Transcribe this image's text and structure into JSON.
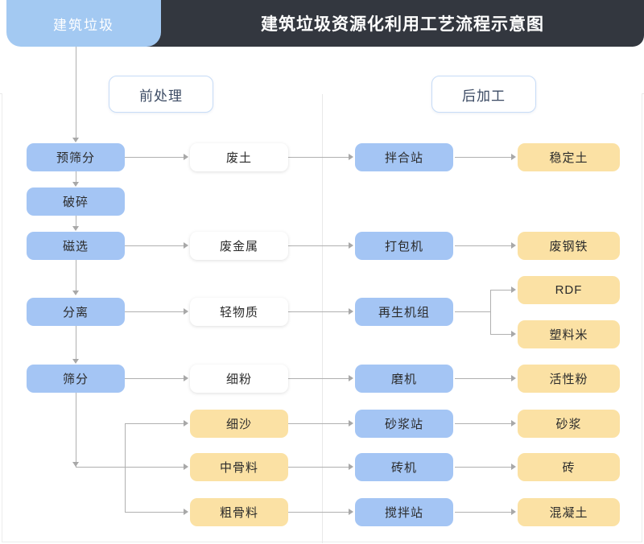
{
  "header": {
    "tab_label": "建筑垃圾",
    "title": "建筑垃圾资源化利用工艺流程示意图",
    "bar_color": "#33373F",
    "tab_color": "#A3C9F2"
  },
  "sections": {
    "pre": "前处理",
    "post": "后加工"
  },
  "palette": {
    "process_blue": "#A4C5F4",
    "intermediate_white": "#FFFFFF",
    "product_yellow": "#FBE1A4",
    "connector_gray": "#b0b0b0",
    "divider_gray": "#e8e8e8"
  },
  "columns": {
    "process_left": [
      {
        "label": "预筛分",
        "color": "blue"
      },
      {
        "label": "破碎",
        "color": "blue"
      },
      {
        "label": "磁选",
        "color": "blue"
      },
      {
        "label": "分离",
        "color": "blue"
      },
      {
        "label": "筛分",
        "color": "blue"
      }
    ],
    "intermediates": [
      {
        "label": "废土",
        "color": "white"
      },
      {
        "label": "废金属",
        "color": "white"
      },
      {
        "label": "轻物质",
        "color": "white"
      },
      {
        "label": "细粉",
        "color": "white"
      },
      {
        "label": "细沙",
        "color": "yellow"
      },
      {
        "label": "中骨料",
        "color": "yellow"
      },
      {
        "label": "粗骨料",
        "color": "yellow"
      }
    ],
    "equipment": [
      {
        "label": "拌合站",
        "color": "blue"
      },
      {
        "label": "打包机",
        "color": "blue"
      },
      {
        "label": "再生机组",
        "color": "blue"
      },
      {
        "label": "磨机",
        "color": "blue"
      },
      {
        "label": "砂浆站",
        "color": "blue"
      },
      {
        "label": "砖机",
        "color": "blue"
      },
      {
        "label": "搅拌站",
        "color": "blue"
      }
    ],
    "products": [
      {
        "label": "稳定土",
        "color": "yellow"
      },
      {
        "label": "废钢铁",
        "color": "yellow"
      },
      {
        "label": "RDF",
        "color": "yellow"
      },
      {
        "label": "塑料米",
        "color": "yellow"
      },
      {
        "label": "活性粉",
        "color": "yellow"
      },
      {
        "label": "砂浆",
        "color": "yellow"
      },
      {
        "label": "砖",
        "color": "yellow"
      },
      {
        "label": "混凝土",
        "color": "yellow"
      }
    ]
  }
}
